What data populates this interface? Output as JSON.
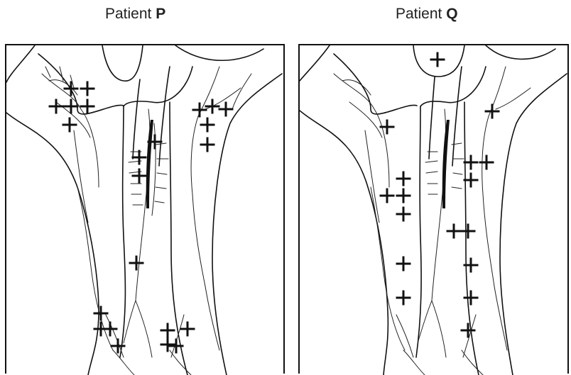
{
  "panels": [
    {
      "id": "p",
      "title_prefix": "Patient",
      "title_letter": "P"
    },
    {
      "id": "q",
      "title_prefix": "Patient",
      "title_letter": "Q"
    }
  ]
}
